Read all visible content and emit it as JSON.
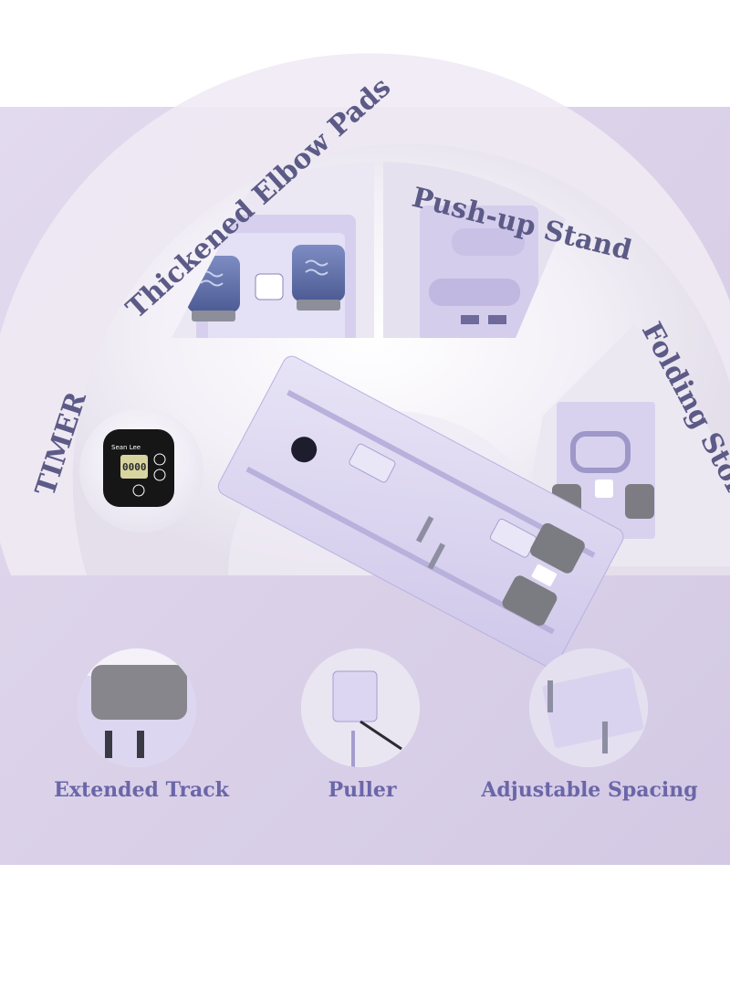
{
  "arc_labels": {
    "timer": "TIMER",
    "elbow_pads": "Thickened Elbow Pads",
    "pushup_stand": "Push-up Stand",
    "folding_storage": "Folding Storage"
  },
  "timer_device": {
    "brand": "Sean Lee",
    "display": "0000"
  },
  "features": [
    {
      "label": "Extended Track"
    },
    {
      "label": "Puller"
    },
    {
      "label": "Adjustable Spacing"
    }
  ],
  "colors": {
    "background": "#d9d0e6",
    "board": "#ddd8f1",
    "accent_text": "#6a66a8",
    "arc_text": "#5c5a86",
    "pad": "#7a7a80",
    "elbow_pad": "#5e6fa6"
  }
}
